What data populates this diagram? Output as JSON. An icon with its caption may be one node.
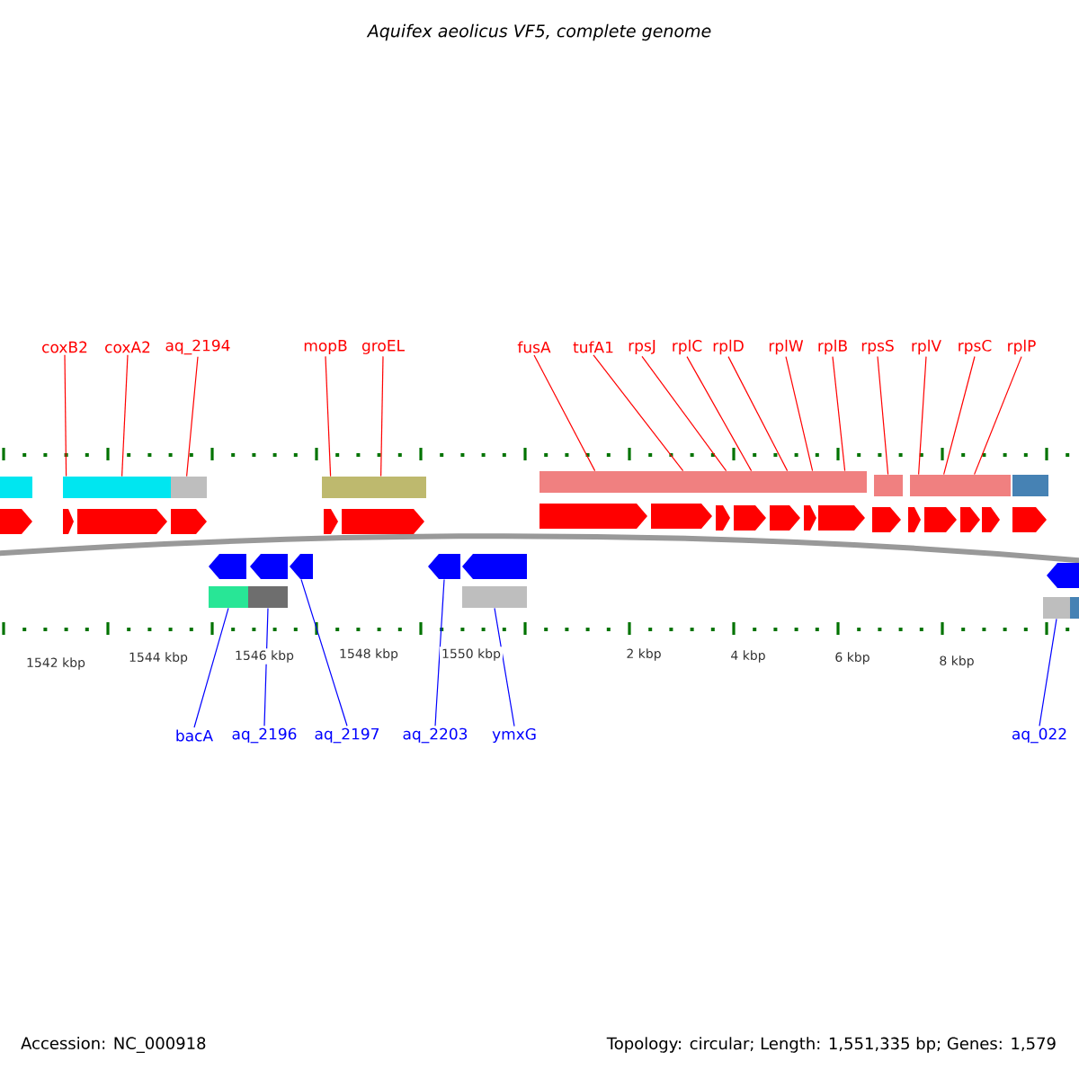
{
  "diagram": {
    "title": "Aquifex aeolicus VF5, complete genome",
    "nodes": [
      {
        "text": [
          "coxB2"
        ]
      },
      {
        "text": [
          "coxA2"
        ]
      },
      {
        "text": [
          "aq_2194"
        ]
      },
      {
        "text": [
          "mopB"
        ]
      },
      {
        "text": [
          "groEL"
        ]
      },
      {
        "text": [
          "fusA"
        ]
      },
      {
        "text": [
          "tufA1"
        ]
      },
      {
        "text": [
          "rpsJ"
        ]
      },
      {
        "text": [
          "rplC"
        ]
      },
      {
        "text": [
          "rplD"
        ]
      },
      {
        "text": [
          "rplW"
        ]
      },
      {
        "text": [
          "rplB"
        ]
      },
      {
        "text": [
          "rpsS"
        ]
      },
      {
        "text": [
          "rplV"
        ]
      },
      {
        "text": [
          "rpsC"
        ]
      },
      {
        "text": [
          "rplP"
        ]
      },
      {
        "text": [
          "bacA"
        ]
      },
      {
        "text": [
          "aq_2196"
        ]
      },
      {
        "text": [
          "aq_2197"
        ]
      },
      {
        "text": [
          "aq_2203"
        ]
      },
      {
        "text": [
          "ymxG"
        ]
      },
      {
        "text": [
          "aq_022"
        ]
      },
      {
        "text": [],
        "shape": "box"
      },
      {
        "text": [],
        "shape": "box"
      },
      {
        "text": [],
        "shape": "box"
      },
      {
        "text": [],
        "shape": "box"
      },
      {
        "text": [],
        "shape": "box"
      },
      {
        "text": [],
        "shape": "box"
      },
      {
        "text": [],
        "shape": "box"
      },
      {
        "text": [],
        "shape": "box"
      },
      {
        "text": [],
        "shape": "arrow"
      },
      {
        "text": [],
        "shape": "arrow"
      },
      {
        "text": [],
        "shape": "arrow"
      },
      {
        "text": [],
        "shape": "arrow"
      },
      {
        "text": [],
        "shape": "arrow"
      },
      {
        "text": [],
        "shape": "arrow"
      },
      {
        "text": [],
        "shape": "arrow"
      },
      {
        "text": [],
        "shape": "arrow"
      },
      {
        "text": [],
        "shape": "arrow"
      },
      {
        "text": [],
        "shape": "arrow"
      },
      {
        "text": [],
        "shape": "arrow"
      },
      {
        "text": [],
        "shape": "arrow"
      },
      {
        "text": [],
        "shape": "arrow"
      },
      {
        "text": [],
        "shape": "arrow"
      },
      {
        "text": [],
        "shape": "arrow"
      },
      {
        "text": [],
        "shape": "arrow"
      },
      {
        "text": [],
        "shape": "arrow"
      },
      {
        "text": [],
        "shape": "arrow"
      },
      {
        "text": [],
        "shape": "arrow"
      },
      {
        "text": [],
        "shape": "arrow"
      },
      {
        "text": [],
        "shape": "arrow"
      },
      {
        "text": [],
        "shape": "arrow"
      },
      {
        "text": [],
        "shape": "arrow"
      },
      {
        "text": [],
        "shape": "arrow"
      },
      {
        "text": [],
        "shape": "arrow"
      },
      {
        "text": [],
        "shape": "box"
      },
      {
        "text": [],
        "shape": "box"
      },
      {
        "text": [],
        "shape": "box"
      },
      {
        "text": [],
        "shape": "box"
      },
      {
        "text": [],
        "shape": "box"
      }
    ],
    "edges": [
      {
        "from": 0,
        "to": 23,
        "arrow": "none"
      },
      {
        "from": 1,
        "to": 23,
        "arrow": "none"
      },
      {
        "from": 2,
        "to": 24,
        "arrow": "none"
      },
      {
        "from": 3,
        "to": 25,
        "arrow": "none"
      },
      {
        "from": 4,
        "to": 25,
        "arrow": "none"
      },
      {
        "from": 5,
        "to": 26,
        "arrow": "none"
      },
      {
        "from": 6,
        "to": 26,
        "arrow": "none"
      },
      {
        "from": 7,
        "to": 26,
        "arrow": "none"
      },
      {
        "from": 8,
        "to": 26,
        "arrow": "none"
      },
      {
        "from": 9,
        "to": 26,
        "arrow": "none"
      },
      {
        "from": 10,
        "to": 26,
        "arrow": "none"
      },
      {
        "from": 11,
        "to": 26,
        "arrow": "none"
      },
      {
        "from": 12,
        "to": 27,
        "arrow": "none"
      },
      {
        "from": 13,
        "to": 28,
        "arrow": "none"
      },
      {
        "from": 14,
        "to": 28,
        "arrow": "none"
      },
      {
        "from": 15,
        "to": 28,
        "arrow": "none"
      },
      {
        "from": 16,
        "to": 55,
        "arrow": "none",
        "color": "#0000ff"
      },
      {
        "from": 17,
        "to": 56,
        "arrow": "none",
        "color": "#0000ff"
      },
      {
        "from": 18,
        "to": 51,
        "arrow": "none",
        "color": "#0000ff"
      },
      {
        "from": 19,
        "to": 52,
        "arrow": "none",
        "color": "#0000ff"
      },
      {
        "from": 20,
        "to": 57,
        "arrow": "none",
        "color": "#0000ff"
      },
      {
        "from": 21,
        "to": 58,
        "arrow": "none",
        "color": "#0000ff"
      }
    ],
    "labels": [
      "1542 kbp",
      "1544 kbp",
      "1546 kbp",
      "1548 kbp",
      "1550 kbp",
      "2 kbp",
      "4 kbp",
      "6 kbp",
      "8 kbp",
      "Accession: NC_000918",
      "Topology: circular; Length: 1,551,335 bp; Genes: 1,579"
    ]
  }
}
